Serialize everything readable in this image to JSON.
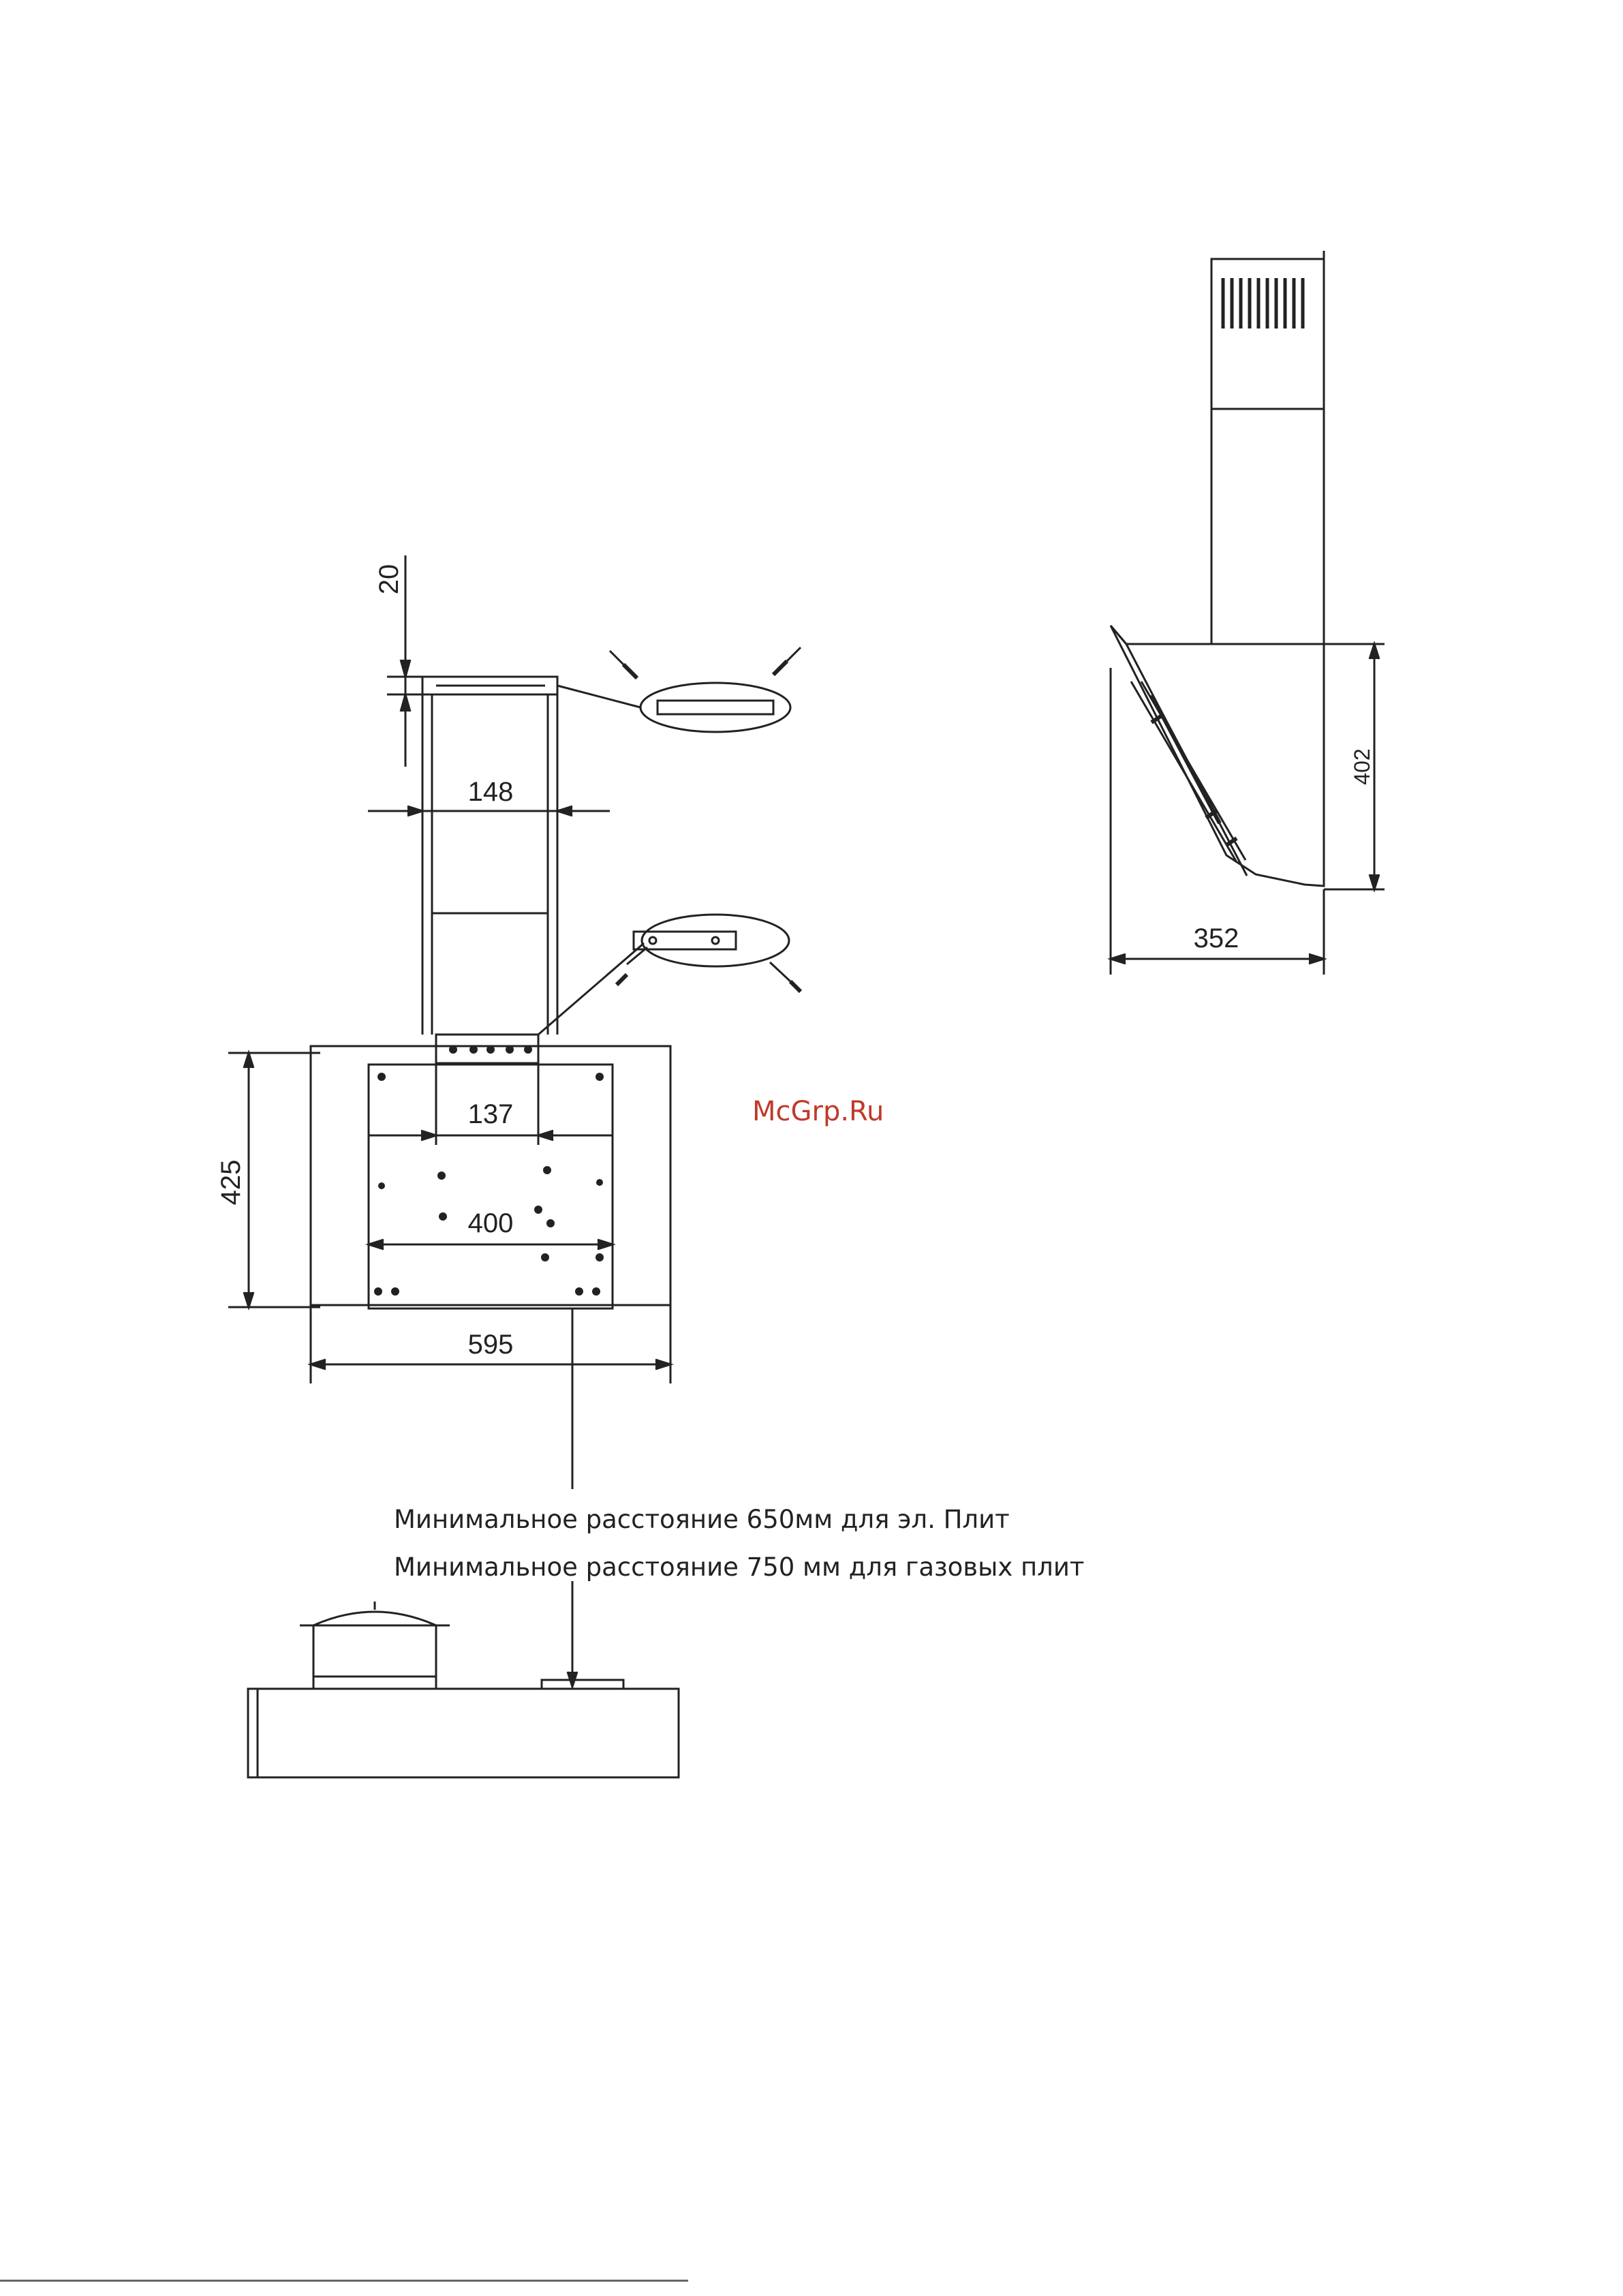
{
  "dimensions": {
    "chimney_gap": "20",
    "chimney_width": "148",
    "bracket_width": "137",
    "hood_height": "425",
    "mount_spacing": "400",
    "hood_width": "595",
    "side_height": "402",
    "side_depth": "352"
  },
  "notes": {
    "electric": "Минимальное расстояние 650мм для эл. Плит",
    "gas": "Минимальное расстояние 750 мм для газовых плит"
  },
  "watermark": "McGrp.Ru"
}
